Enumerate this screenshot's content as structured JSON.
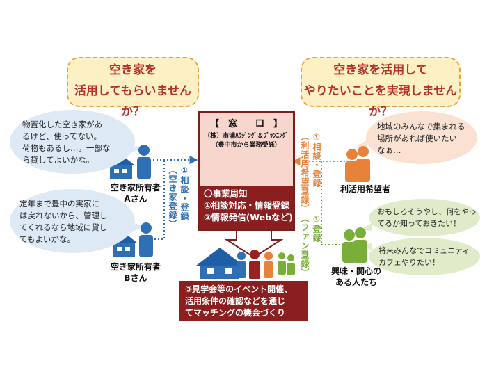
{
  "callouts": {
    "left": [
      "空き家を",
      "活用してもらいませんか？"
    ],
    "right": [
      "空き家を活用して",
      "やりたいことを実現しませんか？"
    ]
  },
  "owner_a": {
    "bubble": [
      "物置化した空き家があ",
      "るけど、使ってない。",
      "荷物もあるし…。一部な",
      "ら貸してよいかな。"
    ],
    "label": [
      "空き家所有者",
      "Aさん"
    ]
  },
  "owner_b": {
    "bubble": [
      "定年まで豊中の実家に",
      "は戻れないから、管理し",
      "てくれるなら地域に貸し",
      "てもよいかな。"
    ],
    "label": [
      "空き家所有者",
      "Bさん"
    ]
  },
  "arrows": {
    "owner_flow": [
      "①相談・登録",
      "（空き家登録）"
    ],
    "user_flow": [
      "①相談・登録",
      "（利活用希望登録）"
    ],
    "fan_flow": [
      "①登録",
      "（ファン登録）"
    ]
  },
  "window": {
    "title": "【　窓　　口　】",
    "company": "（株）市浦ﾊｳｼﾞﾝｸﾞ＆ﾌﾟﾗﾝﾆﾝｸﾞ",
    "note": "（豊中市から業務受託）",
    "items": [
      "〇事業周知",
      "①相談対応・情報登録",
      "②情報発信(Webなど)"
    ]
  },
  "matching": [
    "③見学会等のイベント開催、",
    "活用条件の確認などを通じ",
    "てマッチングの機会づくり"
  ],
  "user": {
    "bubble": [
      "地域のみんなで集まれる",
      "場所があれば使いたい",
      "なぁ…"
    ],
    "label": "利活用希望者"
  },
  "interested": {
    "bubble1": [
      "おもしろそうやし、何をやっ",
      "てるか知っておきたい！"
    ],
    "bubble2": [
      "将来みんなでコミュニティ",
      "カフェやりたい！"
    ],
    "label": [
      "興味・関心の",
      "ある人たち"
    ]
  },
  "colors": {
    "callout_text": "#b5302a",
    "owner_blue": "#2e6fb6",
    "user_orange": "#e8823a",
    "interested_green": "#79ae3a",
    "window_red": "#8b1e1e",
    "arrow_blue": "#2e6fb6"
  }
}
